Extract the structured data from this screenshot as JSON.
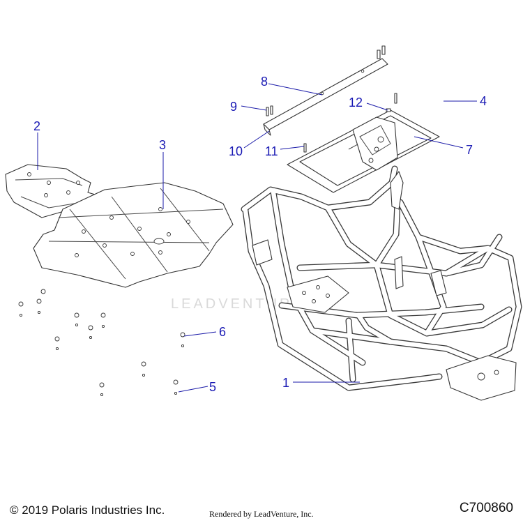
{
  "diagram": {
    "watermark": "LEADVENTURE",
    "callouts": [
      "1",
      "2",
      "3",
      "4",
      "5",
      "6",
      "7",
      "8",
      "9",
      "10",
      "11",
      "12"
    ]
  },
  "footer": {
    "copyright": "© 2019 Polaris Industries Inc.",
    "rendered_by": "Rendered by LeadVenture, Inc.",
    "diagram_code": "C700860"
  },
  "colors": {
    "callout": "#1a1ab4",
    "line": "#333333",
    "watermark": "#d9d9d9"
  }
}
